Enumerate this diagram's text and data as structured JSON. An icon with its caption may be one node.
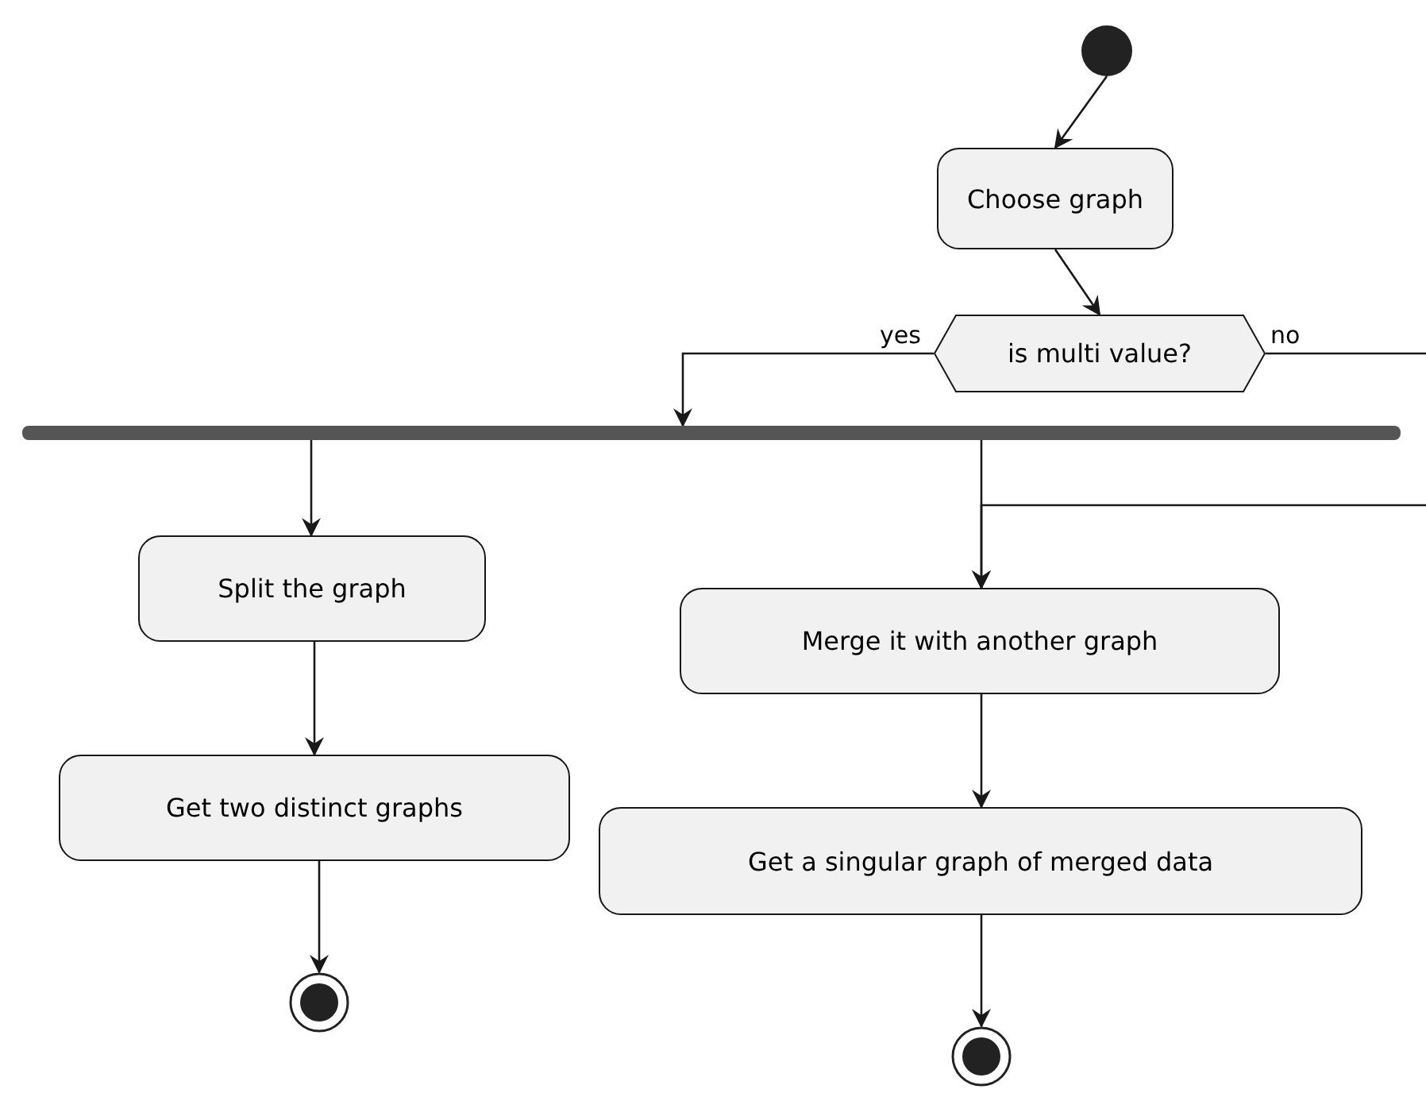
{
  "diagram": {
    "nodes": [
      {
        "text": [],
        "shape": "circle"
      },
      {
        "text": [
          "Choose graph"
        ]
      },
      {
        "text": [
          "is multi value?"
        ]
      },
      {
        "text": [],
        "shape": "bar"
      },
      {
        "text": [
          "Split the graph"
        ]
      },
      {
        "text": [
          "Get two distinct graphs"
        ]
      },
      {
        "text": [],
        "shape": "circle"
      },
      {
        "text": [
          "Merge it with another graph"
        ]
      },
      {
        "text": [
          "Get a singular graph of merged data"
        ]
      },
      {
        "text": [],
        "shape": "circle"
      }
    ],
    "edges": [
      {
        "from": 0,
        "to": 1,
        "arrow": "to"
      },
      {
        "from": 1,
        "to": 2,
        "arrow": "to"
      },
      {
        "from": 2,
        "to": 3,
        "arrow": "to",
        "label": "yes"
      },
      {
        "from": 2,
        "to": null,
        "arrow": "none",
        "label": "no"
      },
      {
        "from": 3,
        "to": 4,
        "arrow": "to"
      },
      {
        "from": 4,
        "to": 5,
        "arrow": "to"
      },
      {
        "from": 5,
        "to": 6,
        "arrow": "to"
      },
      {
        "from": 3,
        "to": 7,
        "arrow": "to"
      },
      {
        "from": null,
        "to": 7,
        "arrow": "to"
      },
      {
        "from": 7,
        "to": 8,
        "arrow": "to"
      },
      {
        "from": 8,
        "to": 9,
        "arrow": "to"
      }
    ]
  }
}
